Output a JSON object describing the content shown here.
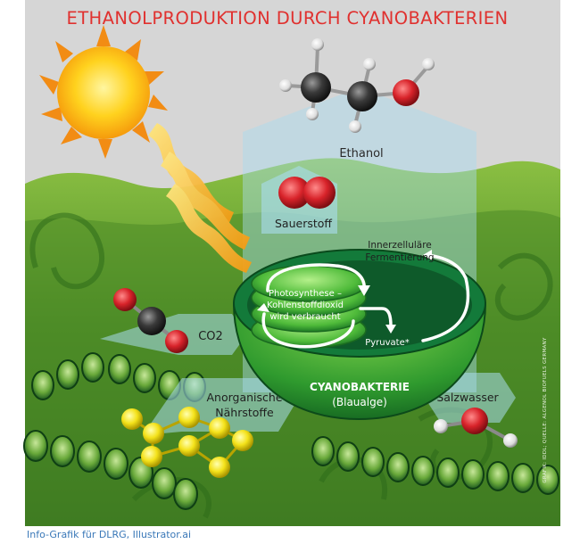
{
  "title": "ETHANOLPRODUKTION DURCH CYANOBAKTERIEN",
  "labels": {
    "ethanol": "Ethanol",
    "sauerstoff": "Sauerstoff",
    "fermentation_1": "Innerzelluläre",
    "fermentation_2": "Fermentierung",
    "photo_1": "Photosynthese –",
    "photo_2": "Kohlenstoffdioxid",
    "photo_3": "wird verbraucht",
    "pyruvate": "Pyruvate*",
    "co2": "CO2",
    "cyano_1": "CYANOBAKTERIE",
    "cyano_2": "(Blaualge)",
    "naehr_1": "Anorganische",
    "naehr_2": "Nährstoffe",
    "salzwasser": "Salzwasser"
  },
  "credit_side": "GRAFIK: IDDL; QUELLE: ALGENOL BIOFUELS GERMANY",
  "footer": "Info-Grafik für DLRG, Illustrator.ai",
  "colors": {
    "title": "#e0312f",
    "sky": "#d9d9d9",
    "green_dark": "#3e7a22",
    "green_light": "#7ab53a",
    "teal": "#1e8f7a",
    "label_blue": "#9fd3ea",
    "footer": "#3a78b8"
  }
}
